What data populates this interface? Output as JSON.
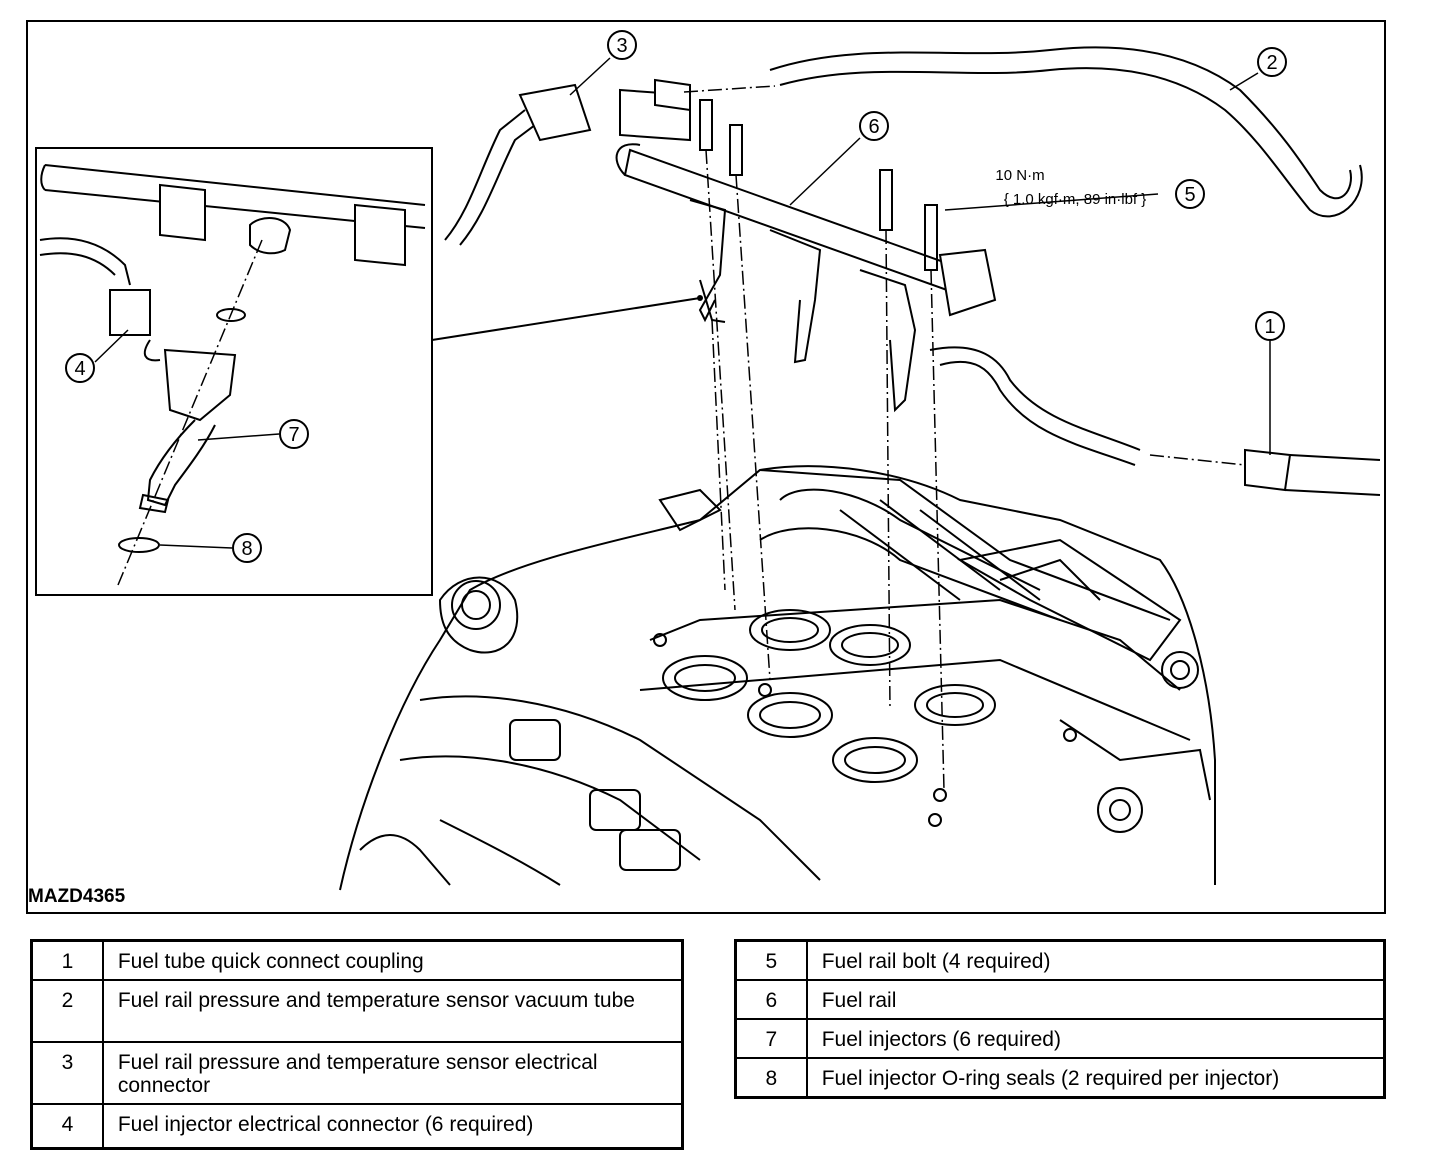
{
  "figure": {
    "id_label": "MAZD4365",
    "torque_spec": {
      "line1": "10 N·m",
      "line2": "{ 1.0 kgf·m, 89 in·lbf }"
    },
    "callouts": [
      "1",
      "2",
      "3",
      "4",
      "5",
      "6",
      "7",
      "8"
    ]
  },
  "legend": {
    "left": [
      {
        "num": "1",
        "text": "Fuel tube quick connect coupling"
      },
      {
        "num": "2",
        "text": "Fuel rail pressure and temperature sensor vacuum tube"
      },
      {
        "num": "3",
        "text": "Fuel rail pressure and temperature sensor electrical connector"
      },
      {
        "num": "4",
        "text": "Fuel injector electrical connector (6 required)"
      }
    ],
    "right": [
      {
        "num": "5",
        "text": "Fuel rail bolt (4 required)"
      },
      {
        "num": "6",
        "text": "Fuel rail"
      },
      {
        "num": "7",
        "text": "Fuel injectors (6 required)"
      },
      {
        "num": "8",
        "text": "Fuel injector O-ring seals (2 required per injector)"
      }
    ]
  }
}
